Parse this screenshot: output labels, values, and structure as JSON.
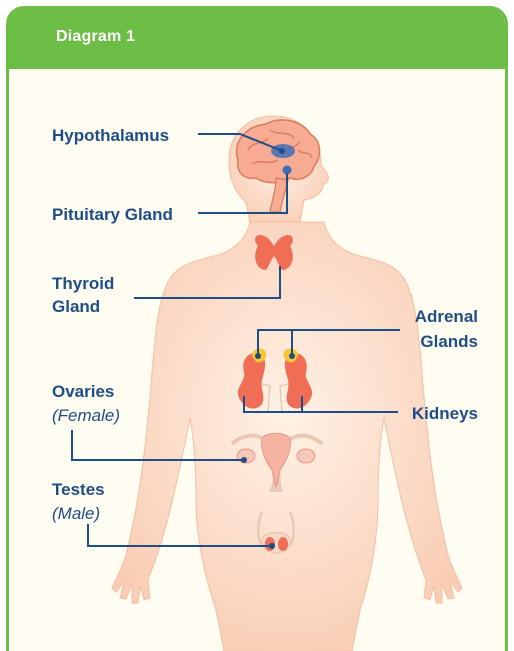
{
  "header": {
    "title": "Diagram 1"
  },
  "labels": {
    "hypothalamus": "Hypothalamus",
    "pituitary": "Pituitary Gland",
    "thyroid_line1": "Thyroid",
    "thyroid_line2": "Gland",
    "adrenal_line1": "Adrenal",
    "adrenal_line2": "Glands",
    "ovaries": "Ovaries",
    "ovaries_note": "(Female)",
    "kidneys": "Kidneys",
    "testes": "Testes",
    "testes_note": "(Male)"
  },
  "colors": {
    "accent_green": "#6cbd45",
    "label_blue": "#1f4e86",
    "skin": "#fde3cf",
    "organ": "#f06e55",
    "adrenal": "#f7c630"
  }
}
